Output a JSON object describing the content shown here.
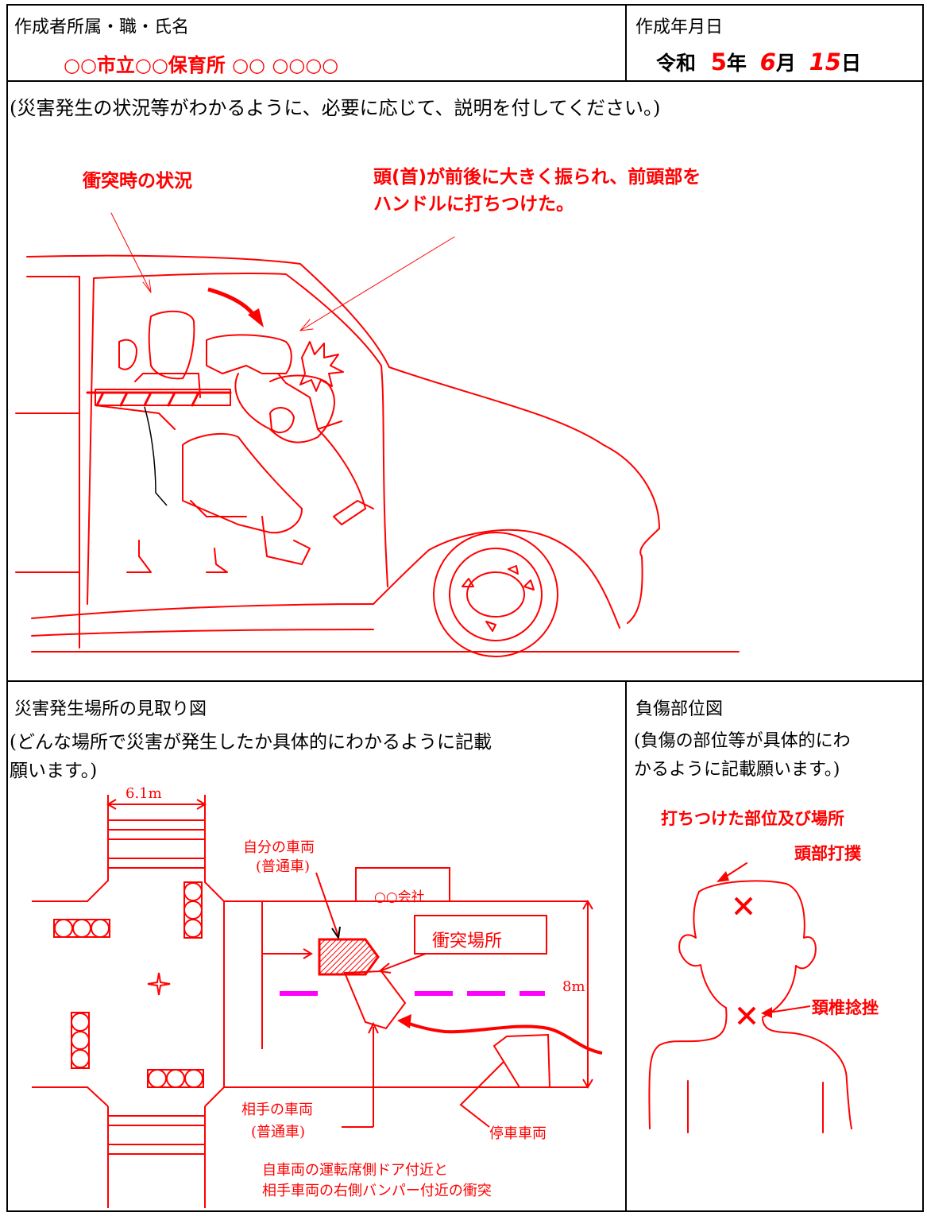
{
  "header": {
    "author_label": "作成者所属・職・氏名",
    "author_value": "○○市立○○保育所 ○○ ○○○○",
    "date_label": "作成年月日",
    "date": {
      "era": "令和",
      "year": "5",
      "year_unit": "年",
      "month": "6",
      "month_unit": "月",
      "day": "15",
      "day_unit": "日"
    }
  },
  "situation": {
    "instruction": "(災害発生の状況等がわかるように、必要に応じて、説明を付してください。)",
    "caption_collision": "衝突時の状況",
    "caption_head_line1": "頭(首)が前後に大きく振られ、前頭部を",
    "caption_head_line2": "ハンドルに打ちつけた。"
  },
  "location_map": {
    "title": "災害発生場所の見取り図",
    "instruction_line1": "(どんな場所で災害が発生したか具体的にわかるように記載",
    "instruction_line2": "願います。)",
    "width_label": "6.1m",
    "road_width_label": "8m",
    "company_label": "○○会社",
    "own_vehicle_line1": "自分の車両",
    "own_vehicle_line2": "(普通車)",
    "collision_site": "衝突場所",
    "other_vehicle_line1": "相手の車両",
    "other_vehicle_line2": "(普通車)",
    "parked_vehicle": "停車車両",
    "note_line1": "自車両の運転席側ドア付近と",
    "note_line2": "相手車両の右側バンパー付近の衝突"
  },
  "injury_map": {
    "title": "負傷部位図",
    "instruction_line1": "(負傷の部位等が具体的にわ",
    "instruction_line2": "かるように記載願います。)",
    "heading": "打ちつけた部位及び場所",
    "head_injury": "頭部打撲",
    "neck_injury": "頚椎捻挫"
  },
  "colors": {
    "accent": "#ff0000",
    "lane": "#ff00ff",
    "line": "#000000"
  }
}
